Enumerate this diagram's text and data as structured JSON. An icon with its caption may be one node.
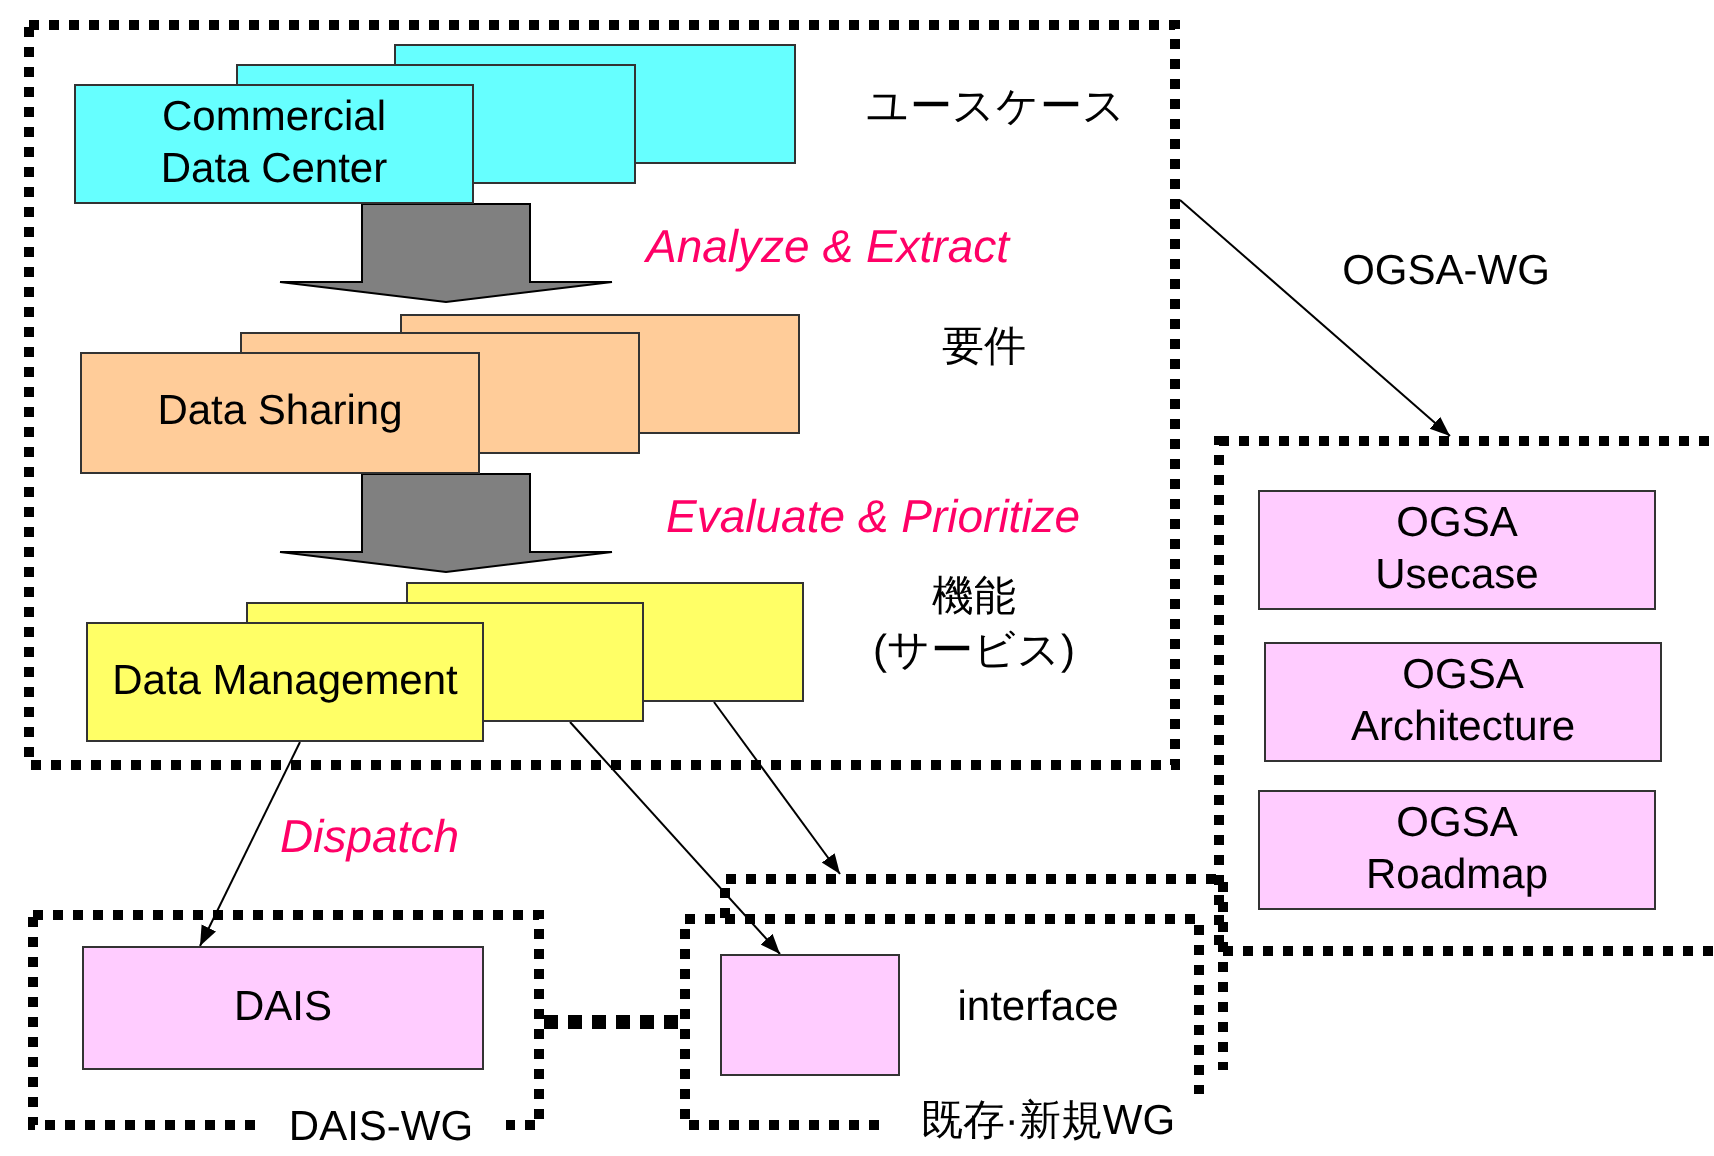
{
  "diagram": {
    "nodes": [
      {
        "text": [
          "ユースケース",
          "要件",
          "機能 (サービス)"
        ]
      },
      {
        "text": [
          "Commercial Data Center"
        ],
        "in": 0
      },
      {
        "text": [
          "Data Sharing"
        ],
        "in": 0
      },
      {
        "text": [
          "Data Management"
        ],
        "in": 0
      },
      {
        "text": [
          "OGSA-WG"
        ]
      },
      {
        "text": [
          "OGSA Usecase"
        ],
        "in": 4
      },
      {
        "text": [
          "OGSA Architecture"
        ],
        "in": 4
      },
      {
        "text": [
          "OGSA Roadmap"
        ],
        "in": 4
      },
      {
        "text": [
          "DAIS-WG"
        ]
      },
      {
        "text": [
          "DAIS"
        ],
        "in": 8
      },
      {
        "text": [
          "interface",
          "既存·新規WG"
        ]
      },
      {
        "text": [],
        "shape": "box",
        "in": 10
      }
    ],
    "edges": [
      {
        "from": 0,
        "to": 4,
        "arrow": "to"
      },
      {
        "from": 1,
        "to": 2,
        "arrow": "to",
        "label": "Analyze & Extract",
        "style": "thick",
        "color": "#808080"
      },
      {
        "from": 2,
        "to": 3,
        "arrow": "to",
        "label": "Evaluate & Prioritize",
        "style": "thick",
        "color": "#808080"
      },
      {
        "from": 3,
        "to": 9,
        "arrow": "to"
      },
      {
        "from": 3,
        "to": 11,
        "arrow": "to"
      },
      {
        "from": 3,
        "to": 10,
        "arrow": "to"
      },
      {
        "from": 8,
        "to": 10,
        "arrow": "none",
        "style": "dashed"
      }
    ],
    "labels": [
      "Dispatch"
    ]
  }
}
